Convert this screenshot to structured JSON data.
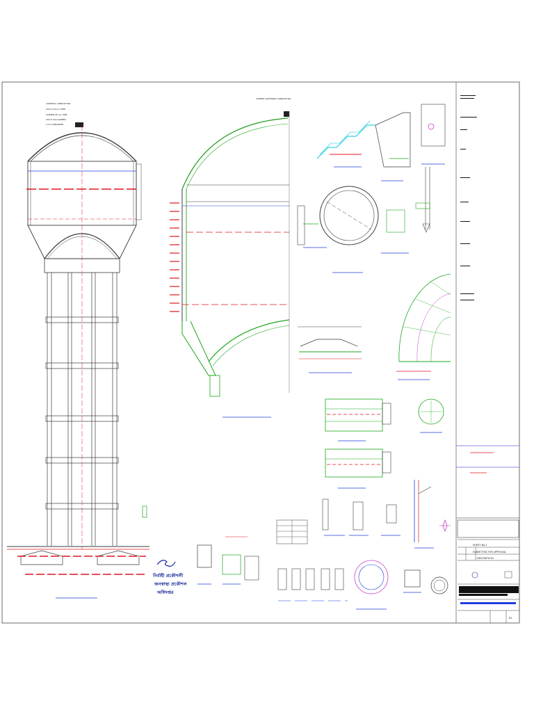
{
  "colors": {
    "frame": "#6a6a6a",
    "concrete": "#3a3a3a",
    "rebar_green": "#1aa61a",
    "dim_red": "#e0141e",
    "dim_blue": "#1e3cdc",
    "cyan": "#00c8d8",
    "magenta": "#c83cc8",
    "stamp_blue": "#1a2a9a"
  },
  "title_block": {
    "lines": [
      "SHEET No.1",
      "SUBMITTED FOR APPROVAL",
      "DESCRIPTION"
    ],
    "sheet_no": "R1"
  },
  "stamp": {
    "icon": "signature-icon",
    "lines": [
      "নির্বাহী প্রকৌশলী",
      "জনস্বাস্থ্য প্রকৌশল",
      "অধিদপ্তর"
    ]
  },
  "notes": {
    "left_top": [
      "CONTROL CONDUCTOR",
      "20mm Dia G.I PIPE",
      "SCREEN OF G.I. PIPE",
      "20mm Dia SCREEN",
      "1:2:4 CONCRETE"
    ],
    "center_top": "COPPER LIGHTNING CONDUCTOR"
  },
  "icons": [
    "compass-icon",
    "logo-icon"
  ]
}
